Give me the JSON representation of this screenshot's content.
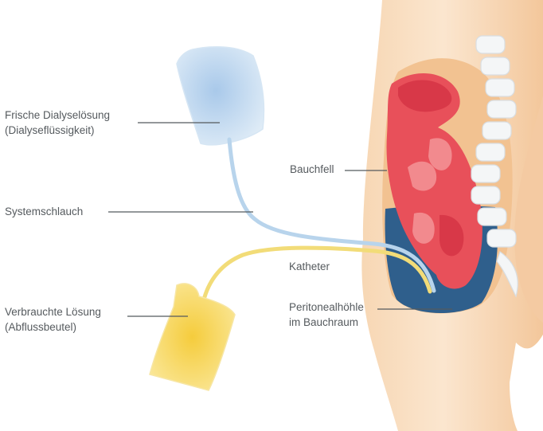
{
  "labels": {
    "fresh_solution": {
      "line1": "Frische Dialyselösung",
      "line2": "(Dialyseflüssigkeit)"
    },
    "system_tube": "Systemschlauch",
    "used_solution": {
      "line1": "Verbrauchte Lösung",
      "line2": "(Abflussbeutel)"
    },
    "peritoneum": "Bauchfell",
    "catheter": "Katheter",
    "cavity": {
      "line1": "Peritonealhöhle",
      "line2": "im Bauchraum"
    }
  },
  "colors": {
    "skin": "#f5cca0",
    "skin_light": "#fbe3c8",
    "peritoneum_red": "#e8505a",
    "organ_red": "#d83848",
    "cavity_blue": "#2f5f8c",
    "fresh_bag": "#c9dff2",
    "used_bag": "#f7dd70",
    "tube_blue": "#b8d4ec",
    "tube_yellow": "#f2dc78",
    "spine": "#f4f6f7",
    "leader_line": "#555a5e"
  }
}
